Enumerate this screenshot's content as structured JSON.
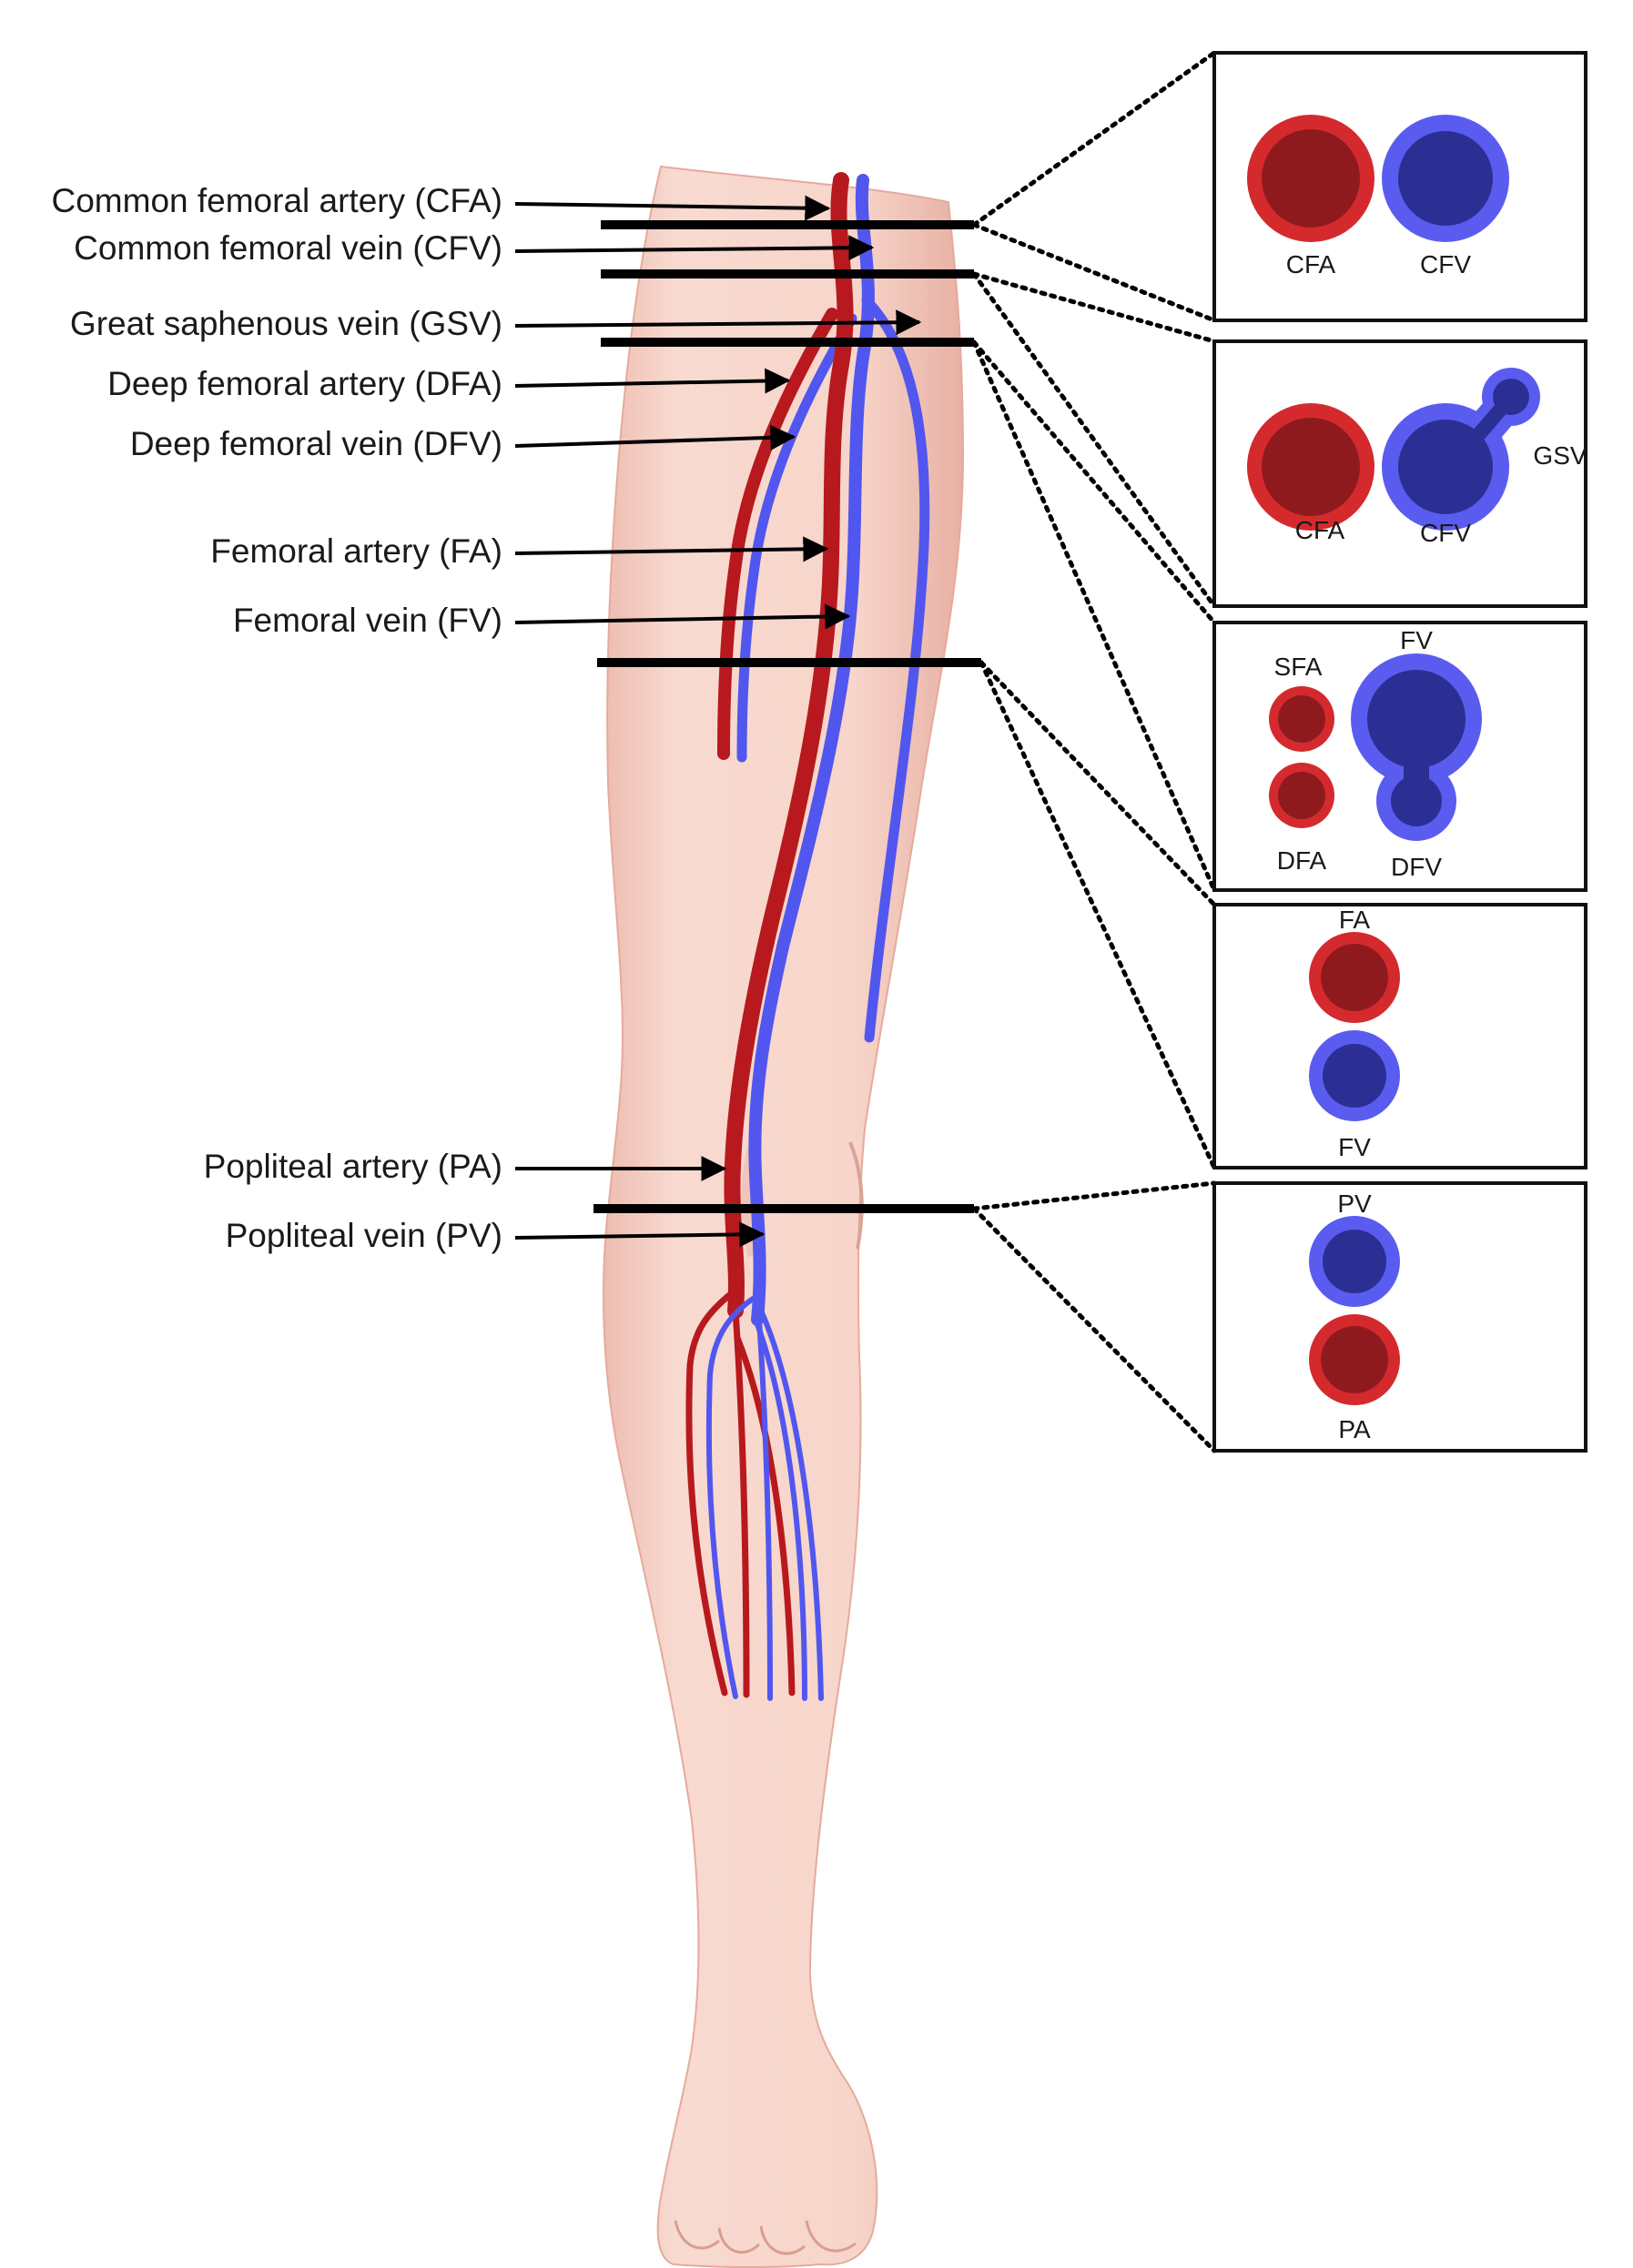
{
  "labels": {
    "cfa": "Common femoral artery (CFA)",
    "cfv": "Common femoral vein (CFV)",
    "gsv": "Great saphenous vein (GSV)",
    "dfa": "Deep femoral artery (DFA)",
    "dfv": "Deep femoral vein (DFV)",
    "fa": "Femoral artery (FA)",
    "fv": "Femoral vein (FV)",
    "pa": "Popliteal artery (PA)",
    "pv": "Popliteal vein (PV)"
  },
  "sections": {
    "s1": {
      "artery": "CFA",
      "vein": "CFV"
    },
    "s2": {
      "artery": "CFA",
      "vein": "CFV",
      "branch": "GSV"
    },
    "s3": {
      "artery_top": "SFA",
      "artery_bottom": "DFA",
      "vein_top": "FV",
      "vein_bottom": "DFV"
    },
    "s4": {
      "artery": "FA",
      "vein": "FV"
    },
    "s5": {
      "vein": "PV",
      "artery": "PA"
    }
  },
  "colors": {
    "artery_outer": "#d42a2e",
    "artery_inner": "#8f1a1e",
    "vein_outer": "#5a5cf0",
    "vein_inner": "#2b2f93",
    "vessel_artery": "#b7191e",
    "vessel_vein": "#5156ee",
    "skin": "#f6d3c8",
    "skin_shadow": "#e8b4a6"
  }
}
